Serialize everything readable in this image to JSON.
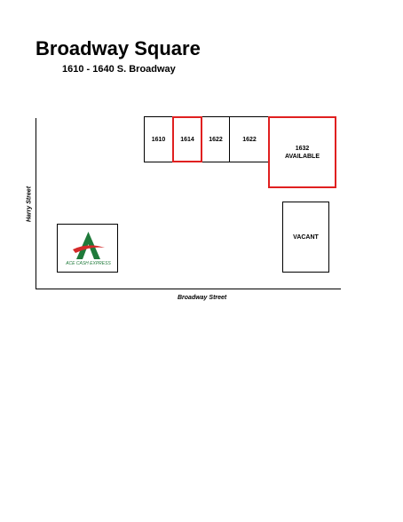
{
  "header": {
    "title": "Broadway Square",
    "subtitle": "1610 - 1640 S. Broadway"
  },
  "streets": {
    "horizontal": "Broadway Street",
    "vertical": "Harry Street"
  },
  "units": [
    {
      "label": "1610",
      "status": "occupied"
    },
    {
      "label": "1614",
      "status": "highlighted"
    },
    {
      "label": "1622",
      "status": "occupied"
    },
    {
      "label": "1622",
      "status": "occupied"
    },
    {
      "label": "1632",
      "sublabel": "AVAILABLE",
      "status": "available"
    }
  ],
  "tenant": {
    "name": "ACE CASH EXPRESS",
    "logo": "ace-cash-express-logo"
  },
  "vacant_label": "VACANT",
  "colors": {
    "highlight": "#e02020",
    "ace_green": "#1f7a3a",
    "ace_red": "#d42a2a"
  }
}
